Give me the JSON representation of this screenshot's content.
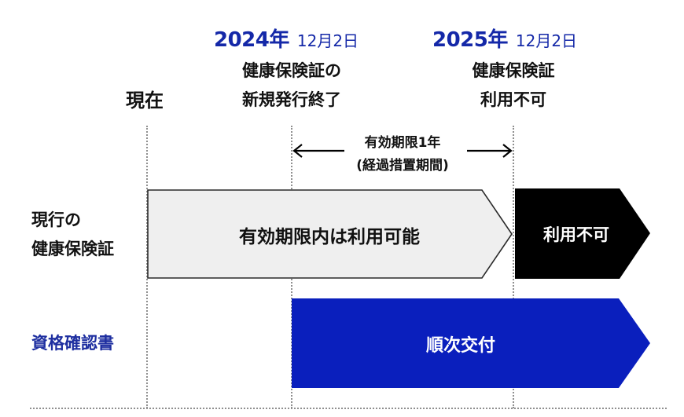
{
  "timeline": {
    "now_label": "現在",
    "milestones": [
      {
        "year": "2024年",
        "date": "12月2日",
        "lines": [
          "健康保険証の",
          "新規発行終了"
        ]
      },
      {
        "year": "2025年",
        "date": "12月2日",
        "lines": [
          "健康保険証",
          "利用不可"
        ]
      }
    ],
    "period": {
      "line1": "有効期限1年",
      "line2": "(経過措置期間)",
      "arrow_left_icon": "←",
      "arrow_right_icon": "→"
    }
  },
  "rows": [
    {
      "label_lines": [
        "現行の",
        "健康保険証"
      ],
      "bars": [
        {
          "text": "有効期限内は利用可能",
          "fill": "#efefef",
          "stroke": "#2a2a2a",
          "text_color": "#111111"
        },
        {
          "text": "利用不可",
          "fill": "#000000",
          "text_color": "#ffffff"
        }
      ]
    },
    {
      "label_lines": [
        "資格確認書"
      ],
      "label_color": "#1e2fa0",
      "bars": [
        {
          "text": "順次交付",
          "fill": "#0a1fbd",
          "text_color": "#ffffff"
        }
      ]
    }
  ],
  "colors": {
    "accent_blue": "#1428a8",
    "grid_dotted": "#8f8f8f"
  }
}
